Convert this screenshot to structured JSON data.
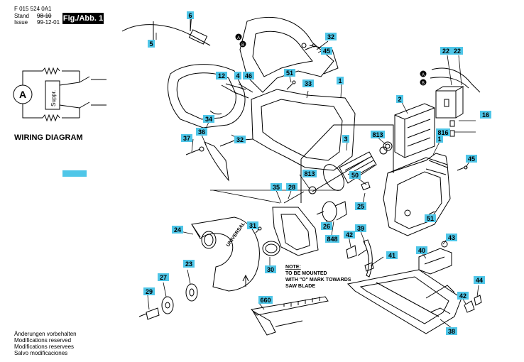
{
  "header": {
    "code": "F 015 524 0A1",
    "stand_label": "Stand",
    "stand_value": "98-10",
    "issue_label": "Issue",
    "issue_value": "99-12-01",
    "fig_label": "Fig./Abb. 1"
  },
  "wiring": {
    "title": "WIRING DIAGRAM",
    "motor_label": "A",
    "suppressor_label": "Suppr."
  },
  "callouts": [
    {
      "id": "c6",
      "text": "6"
    },
    {
      "id": "c5",
      "text": "5"
    },
    {
      "id": "c32a",
      "text": "32"
    },
    {
      "id": "c45a",
      "text": "45"
    },
    {
      "id": "c12",
      "text": "12"
    },
    {
      "id": "c4",
      "text": "4"
    },
    {
      "id": "c46",
      "text": "46"
    },
    {
      "id": "c51a",
      "text": "51"
    },
    {
      "id": "c33",
      "text": "33"
    },
    {
      "id": "c1a",
      "text": "1"
    },
    {
      "id": "c2",
      "text": "2"
    },
    {
      "id": "c22a",
      "text": "22"
    },
    {
      "id": "c22b",
      "text": "22"
    },
    {
      "id": "c16",
      "text": "16"
    },
    {
      "id": "c816",
      "text": "816"
    },
    {
      "id": "c813a",
      "text": "813"
    },
    {
      "id": "c3",
      "text": "3"
    },
    {
      "id": "c34",
      "text": "34"
    },
    {
      "id": "c36",
      "text": "36"
    },
    {
      "id": "c37",
      "text": "37"
    },
    {
      "id": "c32b",
      "text": "32"
    },
    {
      "id": "c1b",
      "text": "1"
    },
    {
      "id": "c45b",
      "text": "45"
    },
    {
      "id": "c813b",
      "text": "813"
    },
    {
      "id": "c50",
      "text": "50"
    },
    {
      "id": "c35",
      "text": "35"
    },
    {
      "id": "c28",
      "text": "28"
    },
    {
      "id": "c25",
      "text": "25"
    },
    {
      "id": "c51b",
      "text": "51"
    },
    {
      "id": "c31",
      "text": "31"
    },
    {
      "id": "c24",
      "text": "24"
    },
    {
      "id": "c26",
      "text": "26"
    },
    {
      "id": "c848",
      "text": "848"
    },
    {
      "id": "c42a",
      "text": "42"
    },
    {
      "id": "c39",
      "text": "39"
    },
    {
      "id": "c43",
      "text": "43"
    },
    {
      "id": "c40",
      "text": "40"
    },
    {
      "id": "c41",
      "text": "41"
    },
    {
      "id": "c23",
      "text": "23"
    },
    {
      "id": "c30",
      "text": "30"
    },
    {
      "id": "c27",
      "text": "27"
    },
    {
      "id": "c29",
      "text": "29"
    },
    {
      "id": "c44",
      "text": "44"
    },
    {
      "id": "c42b",
      "text": "42"
    },
    {
      "id": "c660",
      "text": "660"
    },
    {
      "id": "c38",
      "text": "38"
    }
  ],
  "markers": {
    "a": "A",
    "b": "B"
  },
  "note": [
    "NOTE:",
    "TO BE MOUNTED",
    "WITH \"O\" MARK TOWARDS",
    "SAW BLADE"
  ],
  "guard_label": "UNIVERSAL",
  "footer": [
    "Änderungen vorbehalten",
    "Modifications reserved",
    "Modifications reservees",
    "Salvo modificaciones"
  ]
}
